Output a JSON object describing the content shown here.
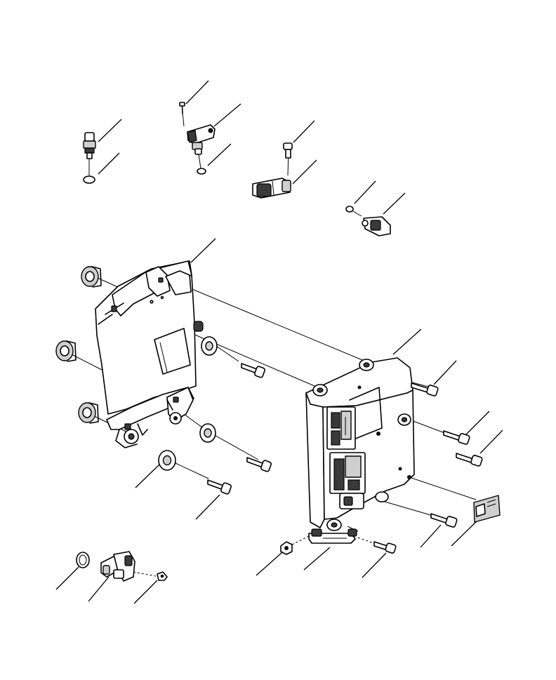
{
  "diagram": {
    "kind": "exploded-parts-view",
    "colors": {
      "line": "#000000",
      "background": "#ffffff",
      "shade": "#cfcfcf",
      "dark": "#3a3a3a"
    },
    "parts": [
      {
        "name": "temperature-sensor",
        "icon": "sensor-icon"
      },
      {
        "name": "o-ring",
        "icon": "ring-icon"
      },
      {
        "name": "screw",
        "icon": "screw-icon"
      },
      {
        "name": "position-sensor",
        "icon": "sensor-icon"
      },
      {
        "name": "pressure-sensor",
        "icon": "sensor-icon"
      },
      {
        "name": "mounting-bracket",
        "icon": "bracket-icon"
      },
      {
        "name": "rubber-isolator",
        "icon": "isolator-icon"
      },
      {
        "name": "bolt",
        "icon": "bolt-icon"
      },
      {
        "name": "engine-control-module",
        "icon": "ecm-icon"
      },
      {
        "name": "label-plate",
        "icon": "label-icon"
      },
      {
        "name": "clamp",
        "icon": "clamp-icon"
      },
      {
        "name": "nut",
        "icon": "nut-icon"
      },
      {
        "name": "speed-sensor",
        "icon": "sensor-icon"
      }
    ]
  }
}
